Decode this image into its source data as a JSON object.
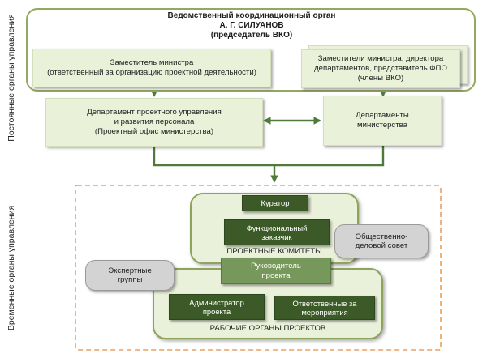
{
  "side_labels": {
    "permanent": "Постоянные органы управления",
    "temporary": "Временные органы управления"
  },
  "vko": {
    "title_line1": "Ведомственный координационный орган",
    "title_line2": "А. Г. СИЛУАНОВ",
    "title_line3": "(председатель ВКО)"
  },
  "deputy_minister": {
    "line1": "Заместитель министра",
    "line2": "(ответственный за организацию проектной деятельности)"
  },
  "deputies_group": {
    "line1": "Заместители министра, директора",
    "line2": "департаментов, представитель ФПО",
    "line3": "(члены ВКО)"
  },
  "project_dept": {
    "line1": "Департамент проектного управления",
    "line2": "и развития персонала",
    "line3": "(Проектный офис министерства)"
  },
  "ministry_depts": {
    "line1": "Департаменты",
    "line2": "министерства"
  },
  "committees": {
    "curator": "Куратор",
    "functional_customer_line1": "Функциональный",
    "functional_customer_line2": "заказчик",
    "caption": "ПРОЕКТНЫЕ КОМИТЕТЫ"
  },
  "public_council": {
    "line1": "Общественно-",
    "line2": "деловой совет"
  },
  "expert_groups": {
    "line1": "Экспертные",
    "line2": "группы"
  },
  "project_bodies": {
    "project_manager_line1": "Руководитель",
    "project_manager_line2": "проекта",
    "administrator_line1": "Администратор",
    "administrator_line2": "проекта",
    "responsible_line1": "Ответственные за",
    "responsible_line2": "мероприятия",
    "caption": "РАБОЧИЕ ОРГАНЫ ПРОЕКТОВ"
  },
  "colors": {
    "frame_green": "#93a861",
    "light_green": "#e9f1d9",
    "dark_green": "#3c5a27",
    "mid_green": "#76985a",
    "arrow_green": "#4f7a3a",
    "dashed_orange": "#e8a060",
    "grey": "#d3d3d3"
  }
}
